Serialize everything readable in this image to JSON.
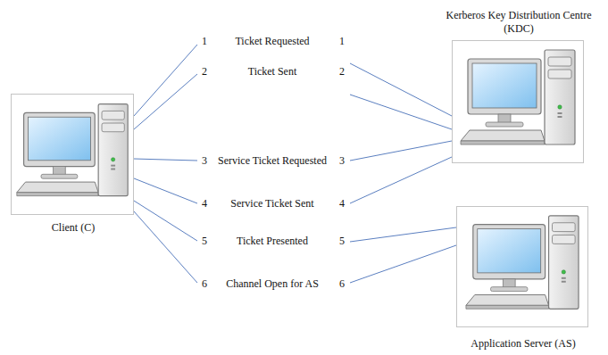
{
  "diagram": {
    "nodes": [
      {
        "text": [
          "Client (C)"
        ]
      },
      {
        "text": [
          "Kerberos Key Distribution Centre (KDC)"
        ]
      },
      {
        "text": [
          "Application Server (AS)"
        ]
      }
    ],
    "edges": [
      {
        "from": 0,
        "to": 1,
        "label": "Ticket Requested",
        "arrow": "none"
      },
      {
        "from": 0,
        "to": 1,
        "label": "Ticket Sent",
        "arrow": "none"
      },
      {
        "from": 0,
        "to": 1,
        "label": "Service Ticket Requested",
        "arrow": "none"
      },
      {
        "from": 0,
        "to": 1,
        "label": "Service Ticket Sent",
        "arrow": "none"
      },
      {
        "from": 0,
        "to": 2,
        "label": "Ticket Presented",
        "arrow": "none"
      },
      {
        "from": 0,
        "to": 2,
        "label": "Channel Open for AS",
        "arrow": "none"
      }
    ],
    "labels": [
      "1",
      "1",
      "2",
      "2",
      "3",
      "3",
      "4",
      "4",
      "5",
      "5",
      "6",
      "6"
    ]
  }
}
